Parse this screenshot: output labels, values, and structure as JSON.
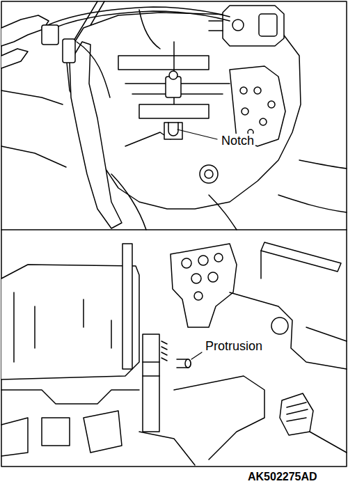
{
  "diagram": {
    "labels": [
      "Notch",
      "Protrusion",
      "AK502275AD"
    ]
  }
}
